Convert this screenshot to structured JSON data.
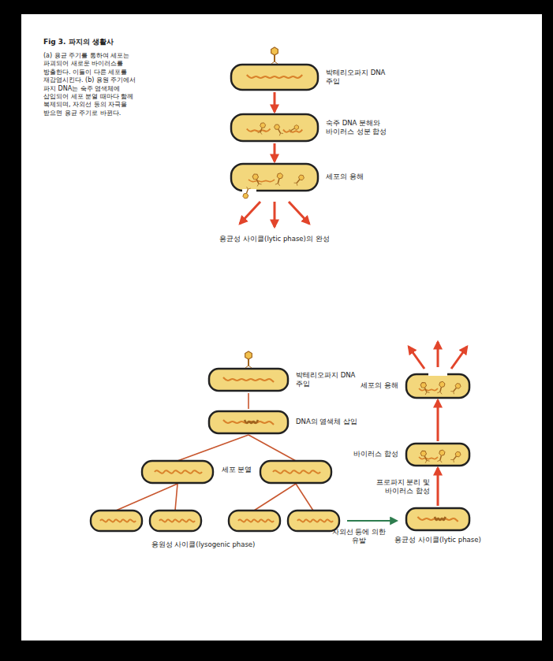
{
  "diagram": {
    "title": "Fig 3. 파지의 생활사",
    "caption": "(a) 용균 주기를 통하여 세포는 파괴되어 새로운 바이러스를 방출한다. 이들이 다른 세포를 재감염시킨다. (b) 용원 주기에서 파지 DNA는 숙주 염색체에 삽입되어 세포 분열 때마다 함께 복제되며, 자외선 등의 자극을 받으면 용균 주기로 바뀐다.",
    "nodes": [
      {
        "text": [
          "박테리오파지 DNA 주입"
        ]
      },
      {
        "text": [
          "숙주 DNA 분해와 바이러스 성분 합성"
        ]
      },
      {
        "text": [
          "세포의 용해"
        ]
      },
      {
        "text": [
          "박테리오파지 DNA 주입"
        ]
      },
      {
        "text": [
          "DNA의 염색체 삽입"
        ]
      },
      {
        "text": [
          "세포의 용해"
        ]
      },
      {
        "text": [
          "바이러스 합성"
        ]
      },
      {
        "text": [
          "용균성 사이클(lytic phase)"
        ]
      }
    ],
    "edges": [
      {
        "from": 0,
        "to": 1,
        "arrow": "to"
      },
      {
        "from": 1,
        "to": 2,
        "arrow": "to"
      },
      {
        "from": 3,
        "to": 4,
        "arrow": "none"
      },
      {
        "from": 7,
        "to": 6,
        "arrow": "to",
        "label": "프로파지 분리 및 바이러스 합성"
      },
      {
        "from": 6,
        "to": 5,
        "arrow": "to"
      }
    ],
    "labels": [
      "세포 분열",
      "용원성 사이클(lysogenic phase)",
      "자외선 등에 의한 유발",
      "용균성 사이클(lytic phase)의 완성"
    ]
  }
}
